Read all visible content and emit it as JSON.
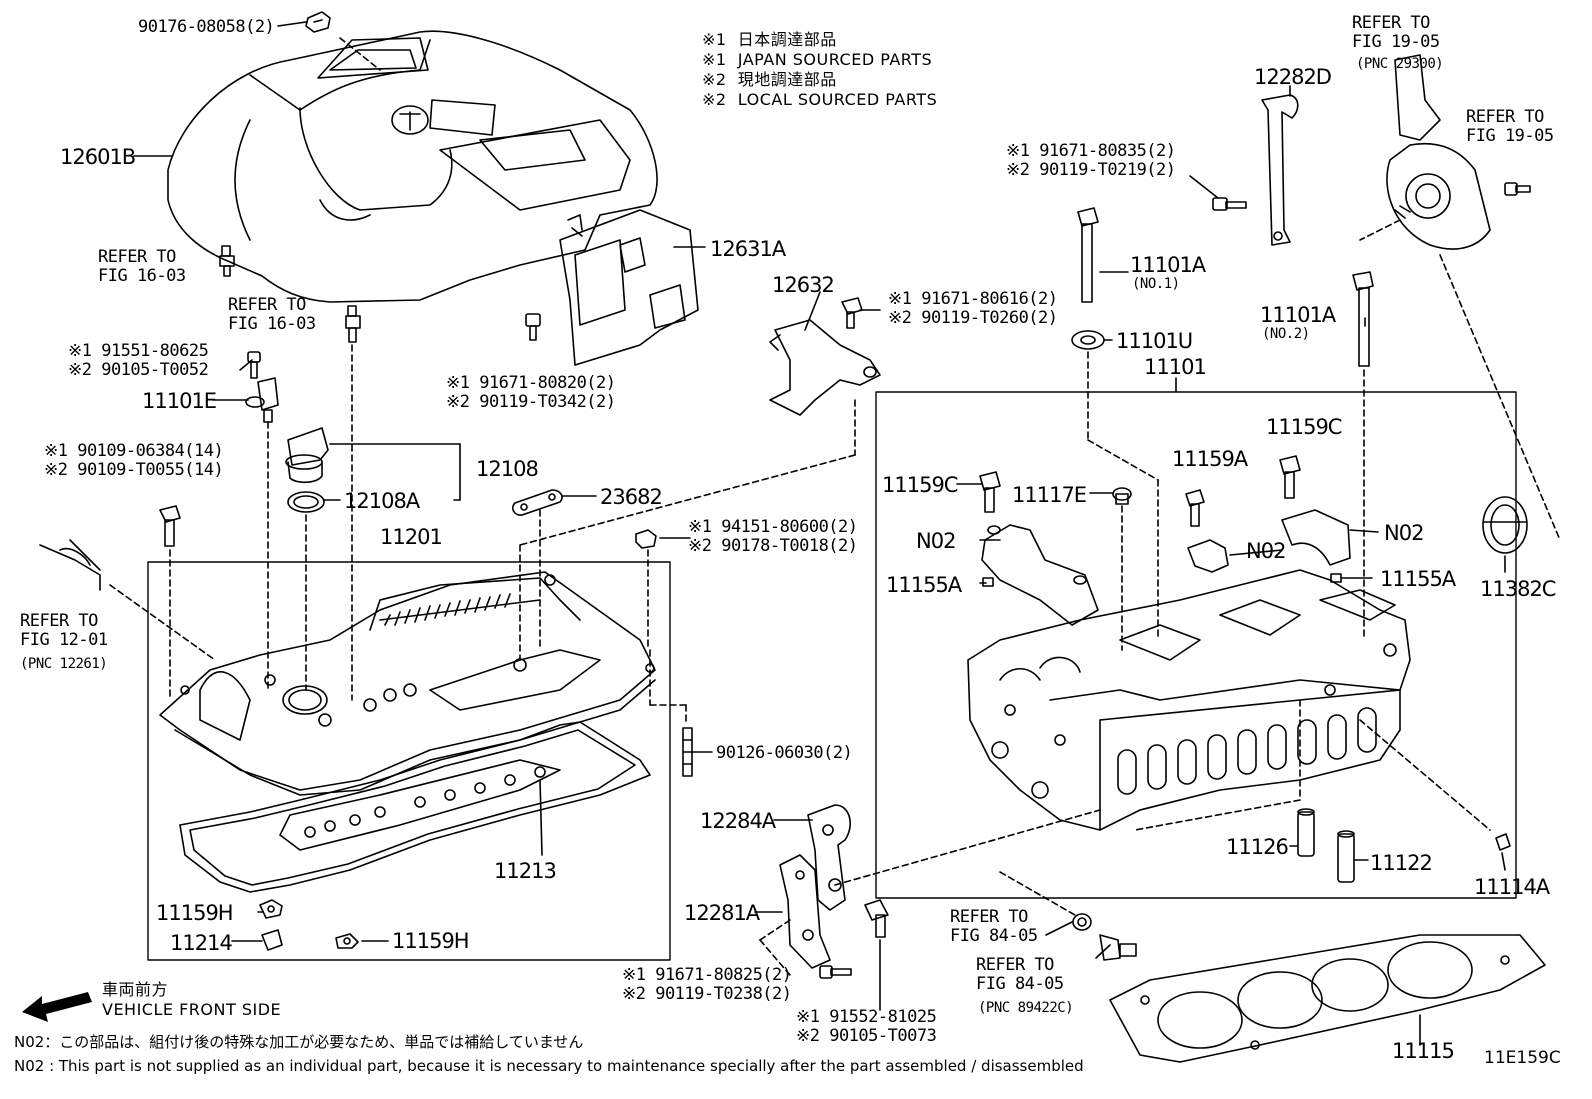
{
  "legend": {
    "l1": "※1  日本調達部品",
    "l2": "※1  JAPAN SOURCED PARTS",
    "l3": "※2  現地調達部品",
    "l4": "※2  LOCAL SOURCED PARTS"
  },
  "parts": {
    "p90176": "90176-08058(2)",
    "p12601B": "12601B",
    "p12631A": "12631A",
    "p12632": "12632",
    "p12282D": "12282D",
    "refer_16_03a": "REFER TO\nFIG 16-03",
    "refer_16_03b": "REFER TO\nFIG 16-03",
    "refer_19_05a": "REFER TO\nFIG 19-05",
    "pnc29300": "(PNC 29300)",
    "refer_19_05b": "REFER TO\nFIG 19-05",
    "bolt_91671_80835": "※1 91671-80835(2)\n※2 90119-T0219(2)",
    "bolt_91671_80616": "※1 91671-80616(2)\n※2 90119-T0260(2)",
    "bolt_91551": "※1 91551-80625\n※2 90105-T0052",
    "bolt_91671_80820": "※1 91671-80820(2)\n※2 90119-T0342(2)",
    "p11101E": "11101E",
    "bolt_90109": "※1 90109-06384(14)\n※2 90109-T0055(14)",
    "p12108": "12108",
    "p12108A": "12108A",
    "p23682": "23682",
    "nut_94151": "※1 94151-80600(2)\n※2 90178-T0018(2)",
    "p11201": "11201",
    "refer_12_01": "REFER TO\nFIG 12-01",
    "pnc12261": "(PNC 12261)",
    "p11101A_1": "11101A",
    "no1": "(NO.1)",
    "p11101U": "11101U",
    "p11101": "11101",
    "p11101A_2": "11101A",
    "no2": "(NO.2)",
    "p11159C_a": "11159C",
    "p11159C_b": "11159C",
    "p11117E": "11117E",
    "p11159A": "11159A",
    "n02_a": "N02",
    "n02_b": "N02",
    "n02_c": "N02",
    "p11155A_a": "11155A",
    "p11155A_b": "11155A",
    "p11382C": "11382C",
    "stud_90126": "90126-06030(2)",
    "p11213": "11213",
    "p12284A": "12284A",
    "p12281A": "12281A",
    "p11159H_a": "11159H",
    "p11214": "11214",
    "p11159H_b": "11159H",
    "p11126": "11126",
    "p11122": "11122",
    "p11114A": "11114A",
    "refer_84_05a": "REFER TO\nFIG 84-05",
    "refer_84_05b": "REFER TO\nFIG 84-05",
    "pnc89422C": "(PNC 89422C)",
    "bolt_91671_80825": "※1 91671-80825(2)\n※2 90119-T0238(2)",
    "bolt_91552": "※1 91552-81025\n※2 90105-T0073",
    "p11115": "11115"
  },
  "front": {
    "jp": "車両前方",
    "en": "VEHICLE FRONT SIDE"
  },
  "notes": {
    "jp": "N02：この部品は、組付け後の特殊な加工が必要なため、単品では補給していません",
    "en": "N02 : This part is not supplied as an individual part, because it is necessary to maintenance specially after the part assembled / disassembled"
  },
  "figure_code": "11E159C",
  "icons": [
    "engine-cover",
    "cylinder-head-cover",
    "cylinder-head",
    "head-gasket",
    "oil-filler-cap",
    "vacuum-pump",
    "engine-hanger",
    "front-arrow"
  ]
}
